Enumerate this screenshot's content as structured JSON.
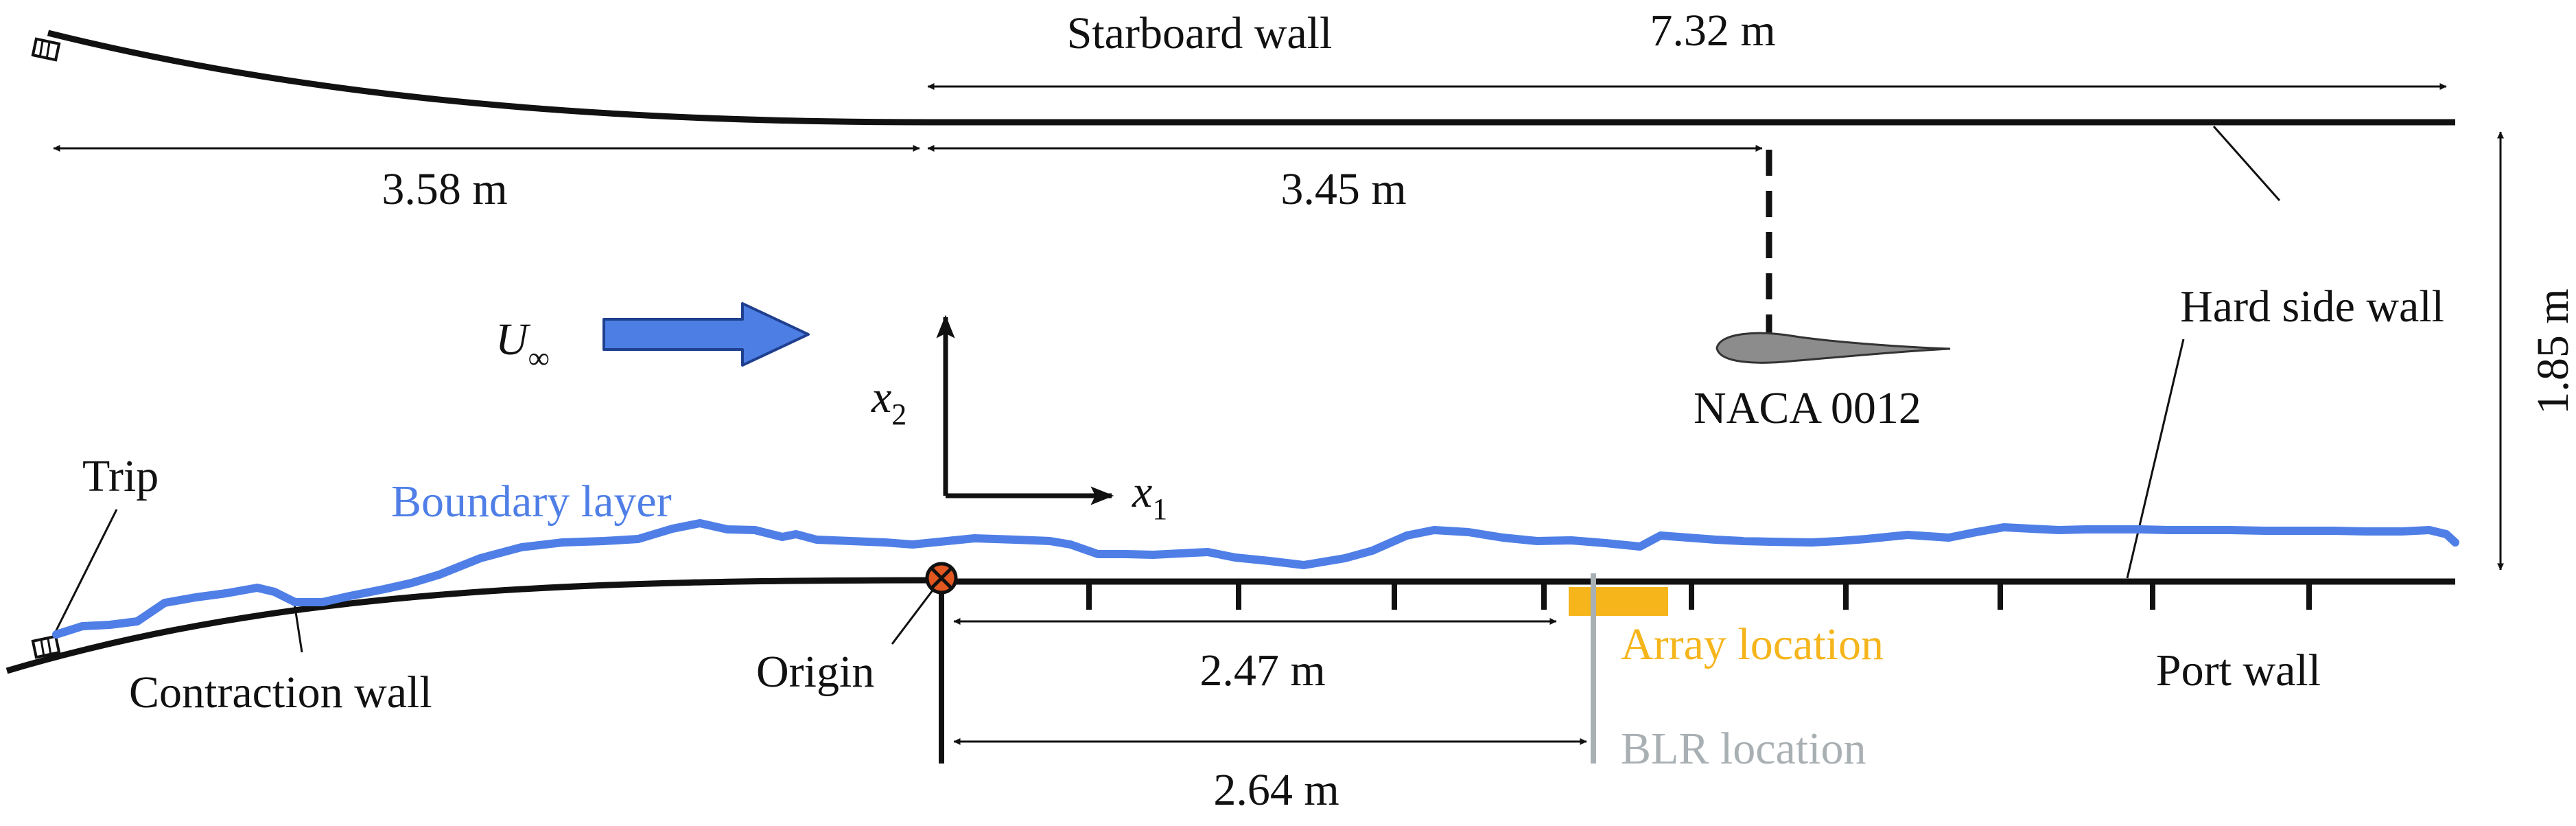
{
  "diagram": {
    "labels": {
      "starboard_wall": "Starboard wall",
      "length_top": "7.32 m",
      "contraction_length": "3.58 m",
      "airfoil_distance": "3.45 m",
      "airfoil_name": "NACA 0012",
      "hard_side_wall": "Hard side wall",
      "height": "1.85 m",
      "trip": "Trip",
      "boundary_layer": "Boundary layer",
      "contraction_wall": "Contraction wall",
      "origin": "Origin",
      "array_distance": "2.47 m",
      "array_location": "Array location",
      "port_wall": "Port wall",
      "blr_distance": "2.64 m",
      "blr_location": "BLR location"
    },
    "freestream": {
      "symbol": "U",
      "subscript": "∞"
    },
    "axes": {
      "x1": {
        "symbol": "x",
        "subscript": "1"
      },
      "x2": {
        "symbol": "x",
        "subscript": "2"
      }
    },
    "colors": {
      "boundary_layer": "#4f7fe6",
      "flow_arrow": "#4d7ee3",
      "array_location": "#f5b51b",
      "blr_location": "#a9b0b4",
      "origin_marker": "#e2571f",
      "airfoil": "#8c8c8c",
      "ink": "#111111"
    }
  }
}
